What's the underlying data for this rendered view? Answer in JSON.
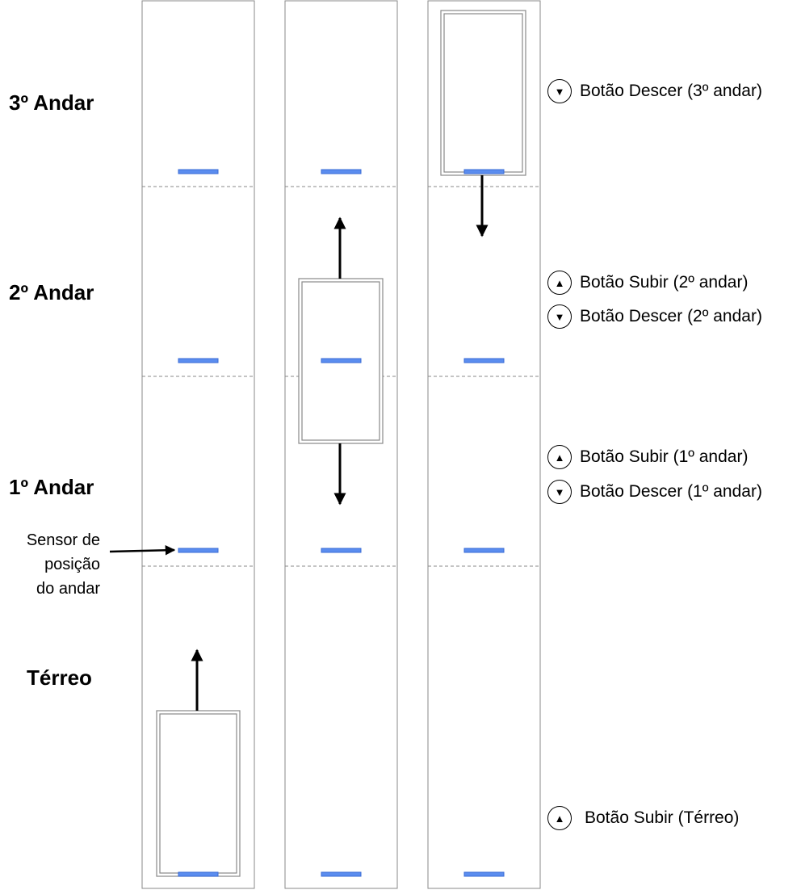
{
  "floors": [
    {
      "id": "3",
      "label": "3º Andar"
    },
    {
      "id": "2",
      "label": "2º Andar"
    },
    {
      "id": "1",
      "label": "1º Andar"
    },
    {
      "id": "0",
      "label": "Térreo"
    }
  ],
  "sensor_annotation": {
    "line1": "Sensor de",
    "line2": "posição",
    "line3": "do andar"
  },
  "shafts": [
    {
      "car_floor": 0,
      "direction": "up"
    },
    {
      "car_floor": 1.5,
      "direction": "up-and-down"
    },
    {
      "car_floor": 3,
      "direction": "down"
    }
  ],
  "call_buttons": [
    {
      "id": "down-3",
      "symbol": "▼",
      "label": "Botão Descer (3º andar)"
    },
    {
      "id": "up-2",
      "symbol": "▲",
      "label": "Botão Subir (2º andar)"
    },
    {
      "id": "down-2",
      "symbol": "▼",
      "label": "Botão Descer (2º andar)"
    },
    {
      "id": "up-1",
      "symbol": "▲",
      "label": "Botão Subir (1º andar)"
    },
    {
      "id": "down-1",
      "symbol": "▼",
      "label": "Botão Descer (1º andar)"
    },
    {
      "id": "up-0",
      "symbol": "▲",
      "label": "Botão Subir (Térreo)"
    }
  ],
  "colors": {
    "sensor": "#5b8def",
    "sensor_border": "#3a6bd6",
    "shaft_border": "#888888",
    "floor_divider": "#888888",
    "arrow": "#000000"
  }
}
